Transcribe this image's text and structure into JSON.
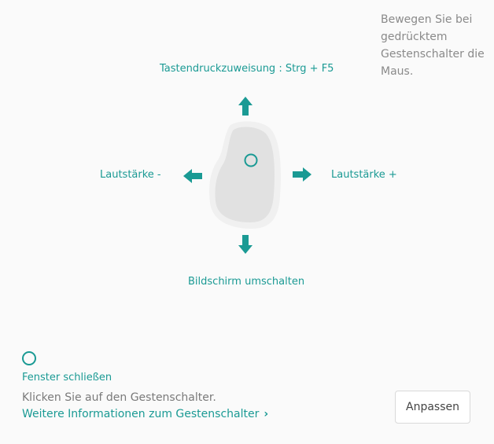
{
  "instructions": {
    "hint": "Bewegen Sie bei gedrücktem Gestenschalter die Maus."
  },
  "gestures": {
    "up": "Tastendruckzuweisung : Strg + F5",
    "left": "Lautstärke -",
    "right": "Lautstärke +",
    "down": "Bildschirm umschalten"
  },
  "footer": {
    "action_title": "Fenster schließen",
    "description": "Klicken Sie auf den Gestenschalter.",
    "link_label": "Weitere Informationen zum Gestenschalter",
    "link_chevron": "›",
    "customize_button": "Anpassen"
  },
  "colors": {
    "accent": "#1a9a94",
    "background": "#fafafa"
  }
}
